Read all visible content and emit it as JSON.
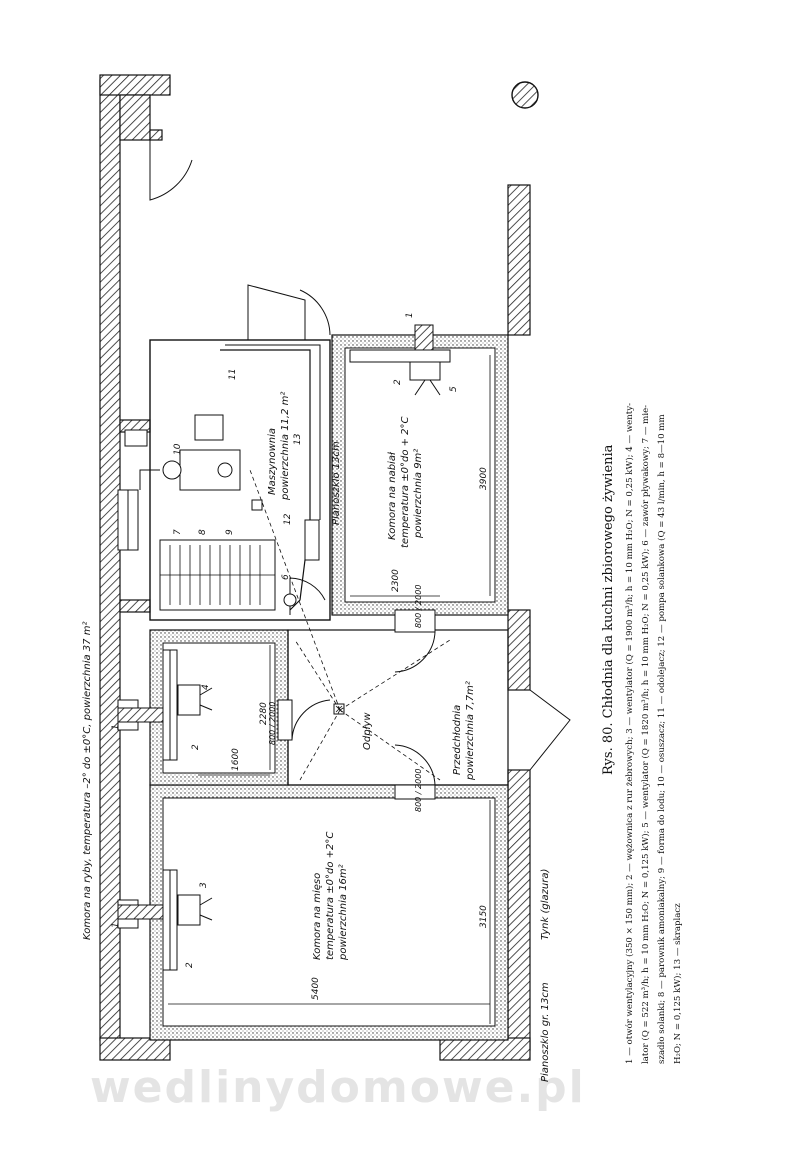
{
  "figure": {
    "title": "Rys. 80. Chłodnia dla kuchni zbiorowego żywienia",
    "legend_lines": [
      "1 — otwór wentylacyjny (350 × 150 mm); 2 — wężownica z rur żebrowych; 3 — wentylator (Q = 1900 m³/h; h = 10 mm H₂O; N = 0,25 kW); 4 — wenty-",
      "lator (Q = 522 m³/h; h = 10 mm H₂O; N = 0,125 kW); 5 — wentylator (Q = 1820 m³/h; h = 10 mm H₂O; N = 0,25 kW); 6 — zawór pływakowy; 7 — mie-",
      "szadło solanki; 8 — parownik amoniakalny; 9 — forma do lodu; 10 — osuszacz; 11 — odolejacz; 12 — pompa solankowa (Q = 43 l/min, h = 8—10 mm",
      "H₂O; N = 0,125 kW); 13 — skraplacz"
    ]
  },
  "rooms": {
    "fish": "Komora na ryby, temperatura –2° do ±0°C, powierzchnia 37 m²",
    "meat_1": "Komora na mięso",
    "meat_2": "temperatura ±0°do +2°C",
    "meat_3": "powierzchnia 16m²",
    "machine_1": "Maszynownia",
    "machine_2": "powierzchnia 11,2 m²",
    "dairy_1": "Komora na nabiał",
    "dairy_2": "temperatura ±0°do + 2°C",
    "dairy_3": "powierzchnia 9m²",
    "pre_1": "Przedchłodnia",
    "pre_2": "powierzchnia 7,7m²",
    "drain": "Odpływ",
    "cork_inner": "Pianoszklo 13cm",
    "cork_outer": "Pianoszklo gr. 13cm",
    "plaster": "Tynk (glazura)"
  },
  "dimensions": {
    "d5400": "5400",
    "d3150": "3150",
    "d1600": "1600",
    "d2280": "2280",
    "d2300": "2300",
    "d3900": "3900",
    "door_size": "800 / 2000"
  },
  "callouts": [
    "1",
    "2",
    "3",
    "4",
    "5",
    "6",
    "7",
    "8",
    "9",
    "10",
    "11",
    "12",
    "13"
  ],
  "watermark": "wedlinydomowe.pl"
}
